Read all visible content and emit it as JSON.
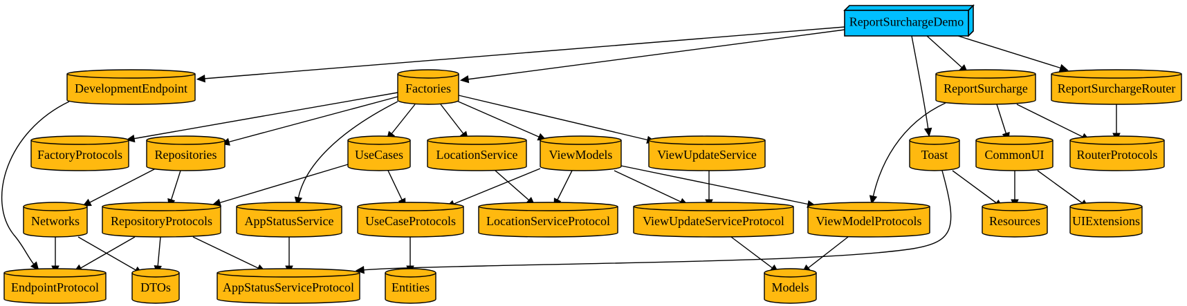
{
  "colors": {
    "module_fill": "#FFB90F",
    "root_fill": "#00BFFF",
    "stroke": "#000000",
    "background": "#FFFFFF"
  },
  "nodes": [
    {
      "id": "report-surcharge-demo",
      "label": "ReportSurchargeDemo",
      "shape": "box3d"
    },
    {
      "id": "development-endpoint",
      "label": "DevelopmentEndpoint",
      "shape": "cylinder"
    },
    {
      "id": "factories",
      "label": "Factories",
      "shape": "cylinder"
    },
    {
      "id": "report-surcharge",
      "label": "ReportSurcharge",
      "shape": "cylinder"
    },
    {
      "id": "report-surcharge-router",
      "label": "ReportSurchargeRouter",
      "shape": "cylinder"
    },
    {
      "id": "factory-protocols",
      "label": "FactoryProtocols",
      "shape": "cylinder"
    },
    {
      "id": "repositories",
      "label": "Repositories",
      "shape": "cylinder"
    },
    {
      "id": "use-cases",
      "label": "UseCases",
      "shape": "cylinder"
    },
    {
      "id": "location-service",
      "label": "LocationService",
      "shape": "cylinder"
    },
    {
      "id": "view-models",
      "label": "ViewModels",
      "shape": "cylinder"
    },
    {
      "id": "view-update-service",
      "label": "ViewUpdateService",
      "shape": "cylinder"
    },
    {
      "id": "toast",
      "label": "Toast",
      "shape": "cylinder"
    },
    {
      "id": "common-ui",
      "label": "CommonUI",
      "shape": "cylinder"
    },
    {
      "id": "router-protocols",
      "label": "RouterProtocols",
      "shape": "cylinder"
    },
    {
      "id": "networks",
      "label": "Networks",
      "shape": "cylinder"
    },
    {
      "id": "repository-protocols",
      "label": "RepositoryProtocols",
      "shape": "cylinder"
    },
    {
      "id": "app-status-service",
      "label": "AppStatusService",
      "shape": "cylinder"
    },
    {
      "id": "use-case-protocols",
      "label": "UseCaseProtocols",
      "shape": "cylinder"
    },
    {
      "id": "location-service-protocol",
      "label": "LocationServiceProtocol",
      "shape": "cylinder"
    },
    {
      "id": "view-update-service-protocol",
      "label": "ViewUpdateServiceProtocol",
      "shape": "cylinder"
    },
    {
      "id": "view-model-protocols",
      "label": "ViewModelProtocols",
      "shape": "cylinder"
    },
    {
      "id": "resources",
      "label": "Resources",
      "shape": "cylinder"
    },
    {
      "id": "ui-extensions",
      "label": "UIExtensions",
      "shape": "cylinder"
    },
    {
      "id": "endpoint-protocol",
      "label": "EndpointProtocol",
      "shape": "cylinder"
    },
    {
      "id": "dtos",
      "label": "DTOs",
      "shape": "cylinder"
    },
    {
      "id": "app-status-service-protocol",
      "label": "AppStatusServiceProtocol",
      "shape": "cylinder"
    },
    {
      "id": "entities",
      "label": "Entities",
      "shape": "cylinder"
    },
    {
      "id": "models",
      "label": "Models",
      "shape": "cylinder"
    }
  ],
  "edges": [
    {
      "from": "report-surcharge-demo",
      "to": "development-endpoint"
    },
    {
      "from": "report-surcharge-demo",
      "to": "factories"
    },
    {
      "from": "report-surcharge-demo",
      "to": "toast"
    },
    {
      "from": "report-surcharge-demo",
      "to": "report-surcharge"
    },
    {
      "from": "report-surcharge-demo",
      "to": "report-surcharge-router"
    },
    {
      "from": "development-endpoint",
      "to": "endpoint-protocol"
    },
    {
      "from": "factories",
      "to": "factory-protocols"
    },
    {
      "from": "factories",
      "to": "repositories"
    },
    {
      "from": "factories",
      "to": "app-status-service"
    },
    {
      "from": "factories",
      "to": "use-cases"
    },
    {
      "from": "factories",
      "to": "location-service"
    },
    {
      "from": "factories",
      "to": "view-models"
    },
    {
      "from": "factories",
      "to": "view-update-service"
    },
    {
      "from": "report-surcharge",
      "to": "view-model-protocols"
    },
    {
      "from": "report-surcharge",
      "to": "common-ui"
    },
    {
      "from": "report-surcharge",
      "to": "router-protocols"
    },
    {
      "from": "report-surcharge-router",
      "to": "router-protocols"
    },
    {
      "from": "repositories",
      "to": "networks"
    },
    {
      "from": "repositories",
      "to": "repository-protocols"
    },
    {
      "from": "use-cases",
      "to": "repository-protocols"
    },
    {
      "from": "use-cases",
      "to": "use-case-protocols"
    },
    {
      "from": "location-service",
      "to": "location-service-protocol"
    },
    {
      "from": "view-models",
      "to": "use-case-protocols"
    },
    {
      "from": "view-models",
      "to": "location-service-protocol"
    },
    {
      "from": "view-models",
      "to": "view-update-service-protocol"
    },
    {
      "from": "view-models",
      "to": "view-model-protocols"
    },
    {
      "from": "view-update-service",
      "to": "view-update-service-protocol"
    },
    {
      "from": "toast",
      "to": "resources"
    },
    {
      "from": "toast",
      "to": "app-status-service-protocol"
    },
    {
      "from": "common-ui",
      "to": "resources"
    },
    {
      "from": "common-ui",
      "to": "ui-extensions"
    },
    {
      "from": "networks",
      "to": "endpoint-protocol"
    },
    {
      "from": "networks",
      "to": "dtos"
    },
    {
      "from": "repository-protocols",
      "to": "endpoint-protocol"
    },
    {
      "from": "repository-protocols",
      "to": "dtos"
    },
    {
      "from": "repository-protocols",
      "to": "app-status-service-protocol"
    },
    {
      "from": "app-status-service",
      "to": "app-status-service-protocol"
    },
    {
      "from": "use-case-protocols",
      "to": "entities"
    },
    {
      "from": "view-update-service-protocol",
      "to": "models"
    },
    {
      "from": "view-model-protocols",
      "to": "models"
    }
  ]
}
